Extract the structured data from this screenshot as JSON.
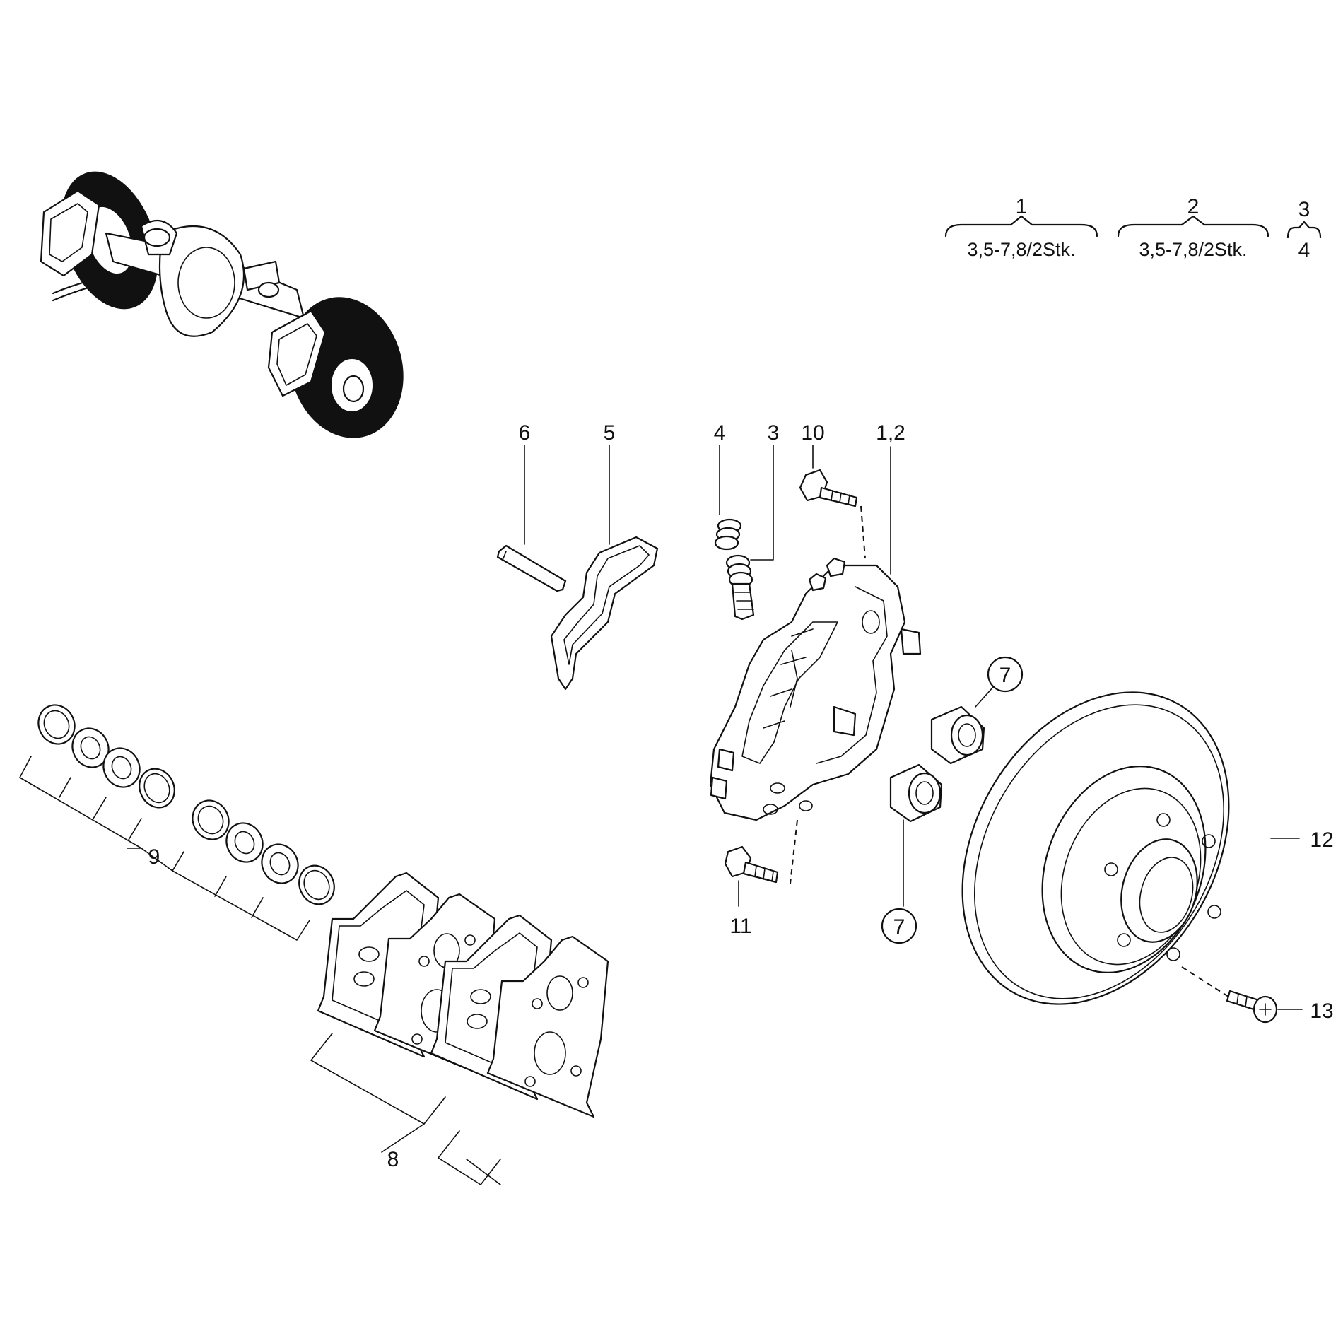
{
  "legend": {
    "kit1": {
      "number": "1",
      "contents": "3,5-7,8/2Stk."
    },
    "kit2": {
      "number": "2",
      "contents": "3,5-7,8/2Stk."
    },
    "kit3": {
      "number": "3",
      "contents": "4"
    }
  },
  "callouts": {
    "p6": "6",
    "p5": "5",
    "p4": "4",
    "p3": "3",
    "p10": "10",
    "p12": "1,2",
    "p7a": "7",
    "p7b": "7",
    "p9": "9",
    "p8": "8",
    "p11": "11",
    "p12disc": "12",
    "p13": "13"
  }
}
